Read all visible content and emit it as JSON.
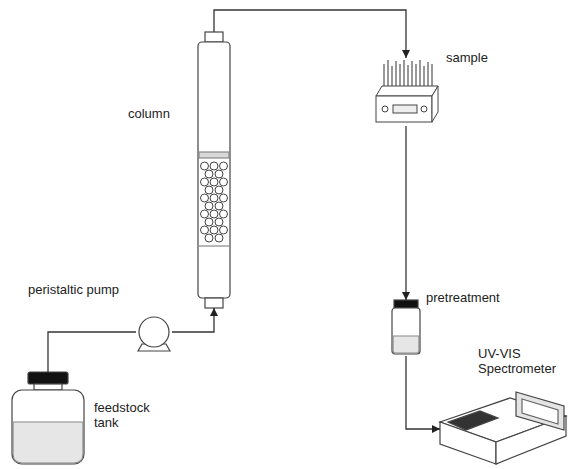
{
  "diagram": {
    "nodes": [
      {
        "text": [
          "feedstock tank"
        ]
      },
      {
        "text": [
          "peristaltic pump"
        ]
      },
      {
        "text": [
          "column"
        ]
      },
      {
        "text": [
          "sample"
        ]
      },
      {
        "text": [
          "pretreatment"
        ]
      },
      {
        "text": [
          "UV-VIS Spectrometer"
        ]
      }
    ],
    "edges": [
      {
        "from": 0,
        "to": 1,
        "arrow": "none"
      },
      {
        "from": 1,
        "to": 2,
        "arrow": "to"
      },
      {
        "from": 2,
        "to": 3,
        "arrow": "to"
      },
      {
        "from": 3,
        "to": 4,
        "arrow": "to"
      },
      {
        "from": 4,
        "to": 5,
        "arrow": "to"
      }
    ]
  }
}
